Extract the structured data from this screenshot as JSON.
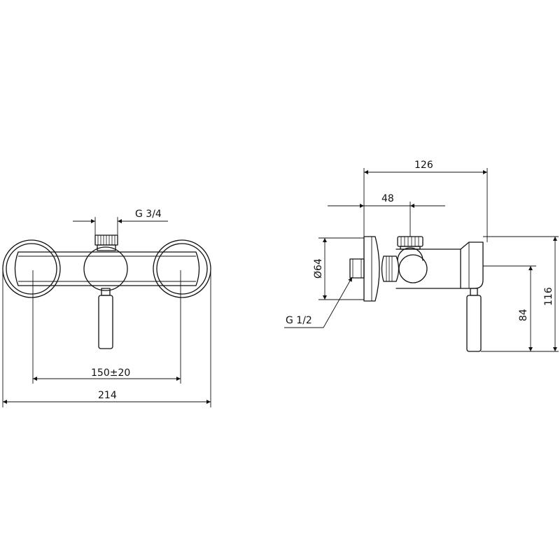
{
  "front_view": {
    "dim_connection_thread": "G 3/4",
    "dim_center_distance": "150±20",
    "dim_overall_width": "214"
  },
  "side_view": {
    "dim_overall_depth": "126",
    "dim_wall_to_outlet": "48",
    "dim_rosette_diameter": "Ø64",
    "dim_outlet_thread": "G 1/2",
    "dim_outlet_height": "84",
    "dim_overall_height": "116"
  }
}
